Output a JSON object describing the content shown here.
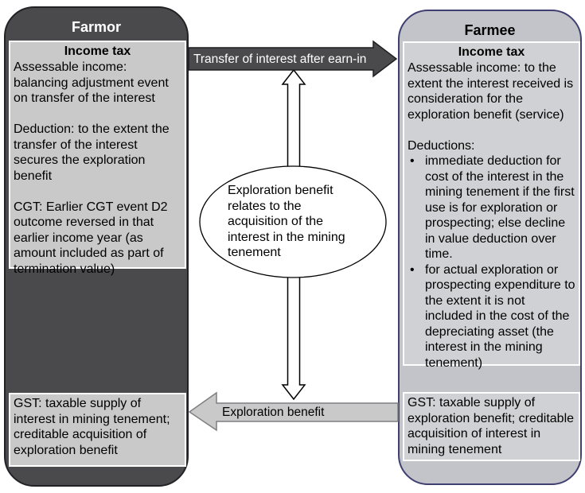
{
  "farmor": {
    "title": "Farmor",
    "income_tax": {
      "heading": "Income tax",
      "paragraphs": [
        "Assessable income: balancing adjustment event on transfer of the interest",
        "Deduction: to the extent the transfer of the interest secures the exploration benefit",
        "CGT: Earlier CGT event D2 outcome reversed in that earlier income year (as amount included as part of termination value)"
      ]
    },
    "gst": "GST: taxable supply of interest in mining tenement; creditable acquisition of exploration benefit"
  },
  "farmee": {
    "title": "Farmee",
    "income_tax": {
      "heading": "Income tax",
      "assessable": "Assessable income: to the extent the interest received is consideration for the exploration benefit (service)",
      "deductions_label": "Deductions:",
      "bullet_glyph": "•",
      "deductions": [
        "immediate deduction for cost of the interest in the mining tenement if the first use is for exploration or prospecting; else decline in value deduction over time.",
        "for actual exploration or prospecting expenditure to the extent it is not included in the cost of the depreciating asset (the interest in the mining tenement)"
      ]
    },
    "gst": "GST: taxable supply of exploration benefit; creditable acquisition of interest in mining tenement"
  },
  "arrows": {
    "top_label": "Transfer of interest after earn-in",
    "bottom_label": "Exploration benefit"
  },
  "ellipse": {
    "text": "Exploration benefit relates to the acquisition of the interest in the mining tenement"
  },
  "colors": {
    "farmor_fill": "#4a4a4c",
    "farmor_border": "#222226",
    "farmee_fill": "#c2c4c9",
    "farmee_border": "#3f3f72",
    "inner_box_fill": "#c9c9c9",
    "inner_box_border": "#ffffff",
    "top_arrow_fill": "#4a4a4c",
    "bottom_arrow_fill": "#c9c9c9",
    "vertical_arrow_fill": "#ffffff"
  }
}
